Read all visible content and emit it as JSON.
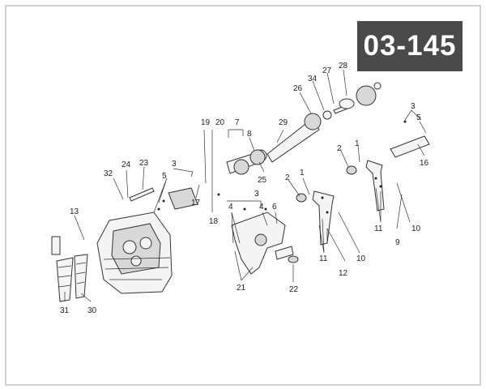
{
  "diagram_code": "03-145",
  "callouts": {
    "c1a": "1",
    "c1b": "1",
    "c2a": "2",
    "c2b": "2",
    "c3a": "3",
    "c3b": "3",
    "c3c": "3",
    "c4a": "4",
    "c4b": "4",
    "c5a": "5",
    "c5b": "5",
    "c6": "6",
    "c7": "7",
    "c8": "8",
    "c9": "9",
    "c10a": "10",
    "c10b": "10",
    "c11a": "11",
    "c11b": "11",
    "c12": "12",
    "c13": "13",
    "c16": "16",
    "c17": "17",
    "c18": "18",
    "c19": "19",
    "c20": "20",
    "c21": "21",
    "c22": "22",
    "c23": "23",
    "c24": "24",
    "c25": "25",
    "c26": "26",
    "c27": "27",
    "c28": "28",
    "c29": "29",
    "c30": "30",
    "c31": "31",
    "c32": "32",
    "c34": "34"
  }
}
